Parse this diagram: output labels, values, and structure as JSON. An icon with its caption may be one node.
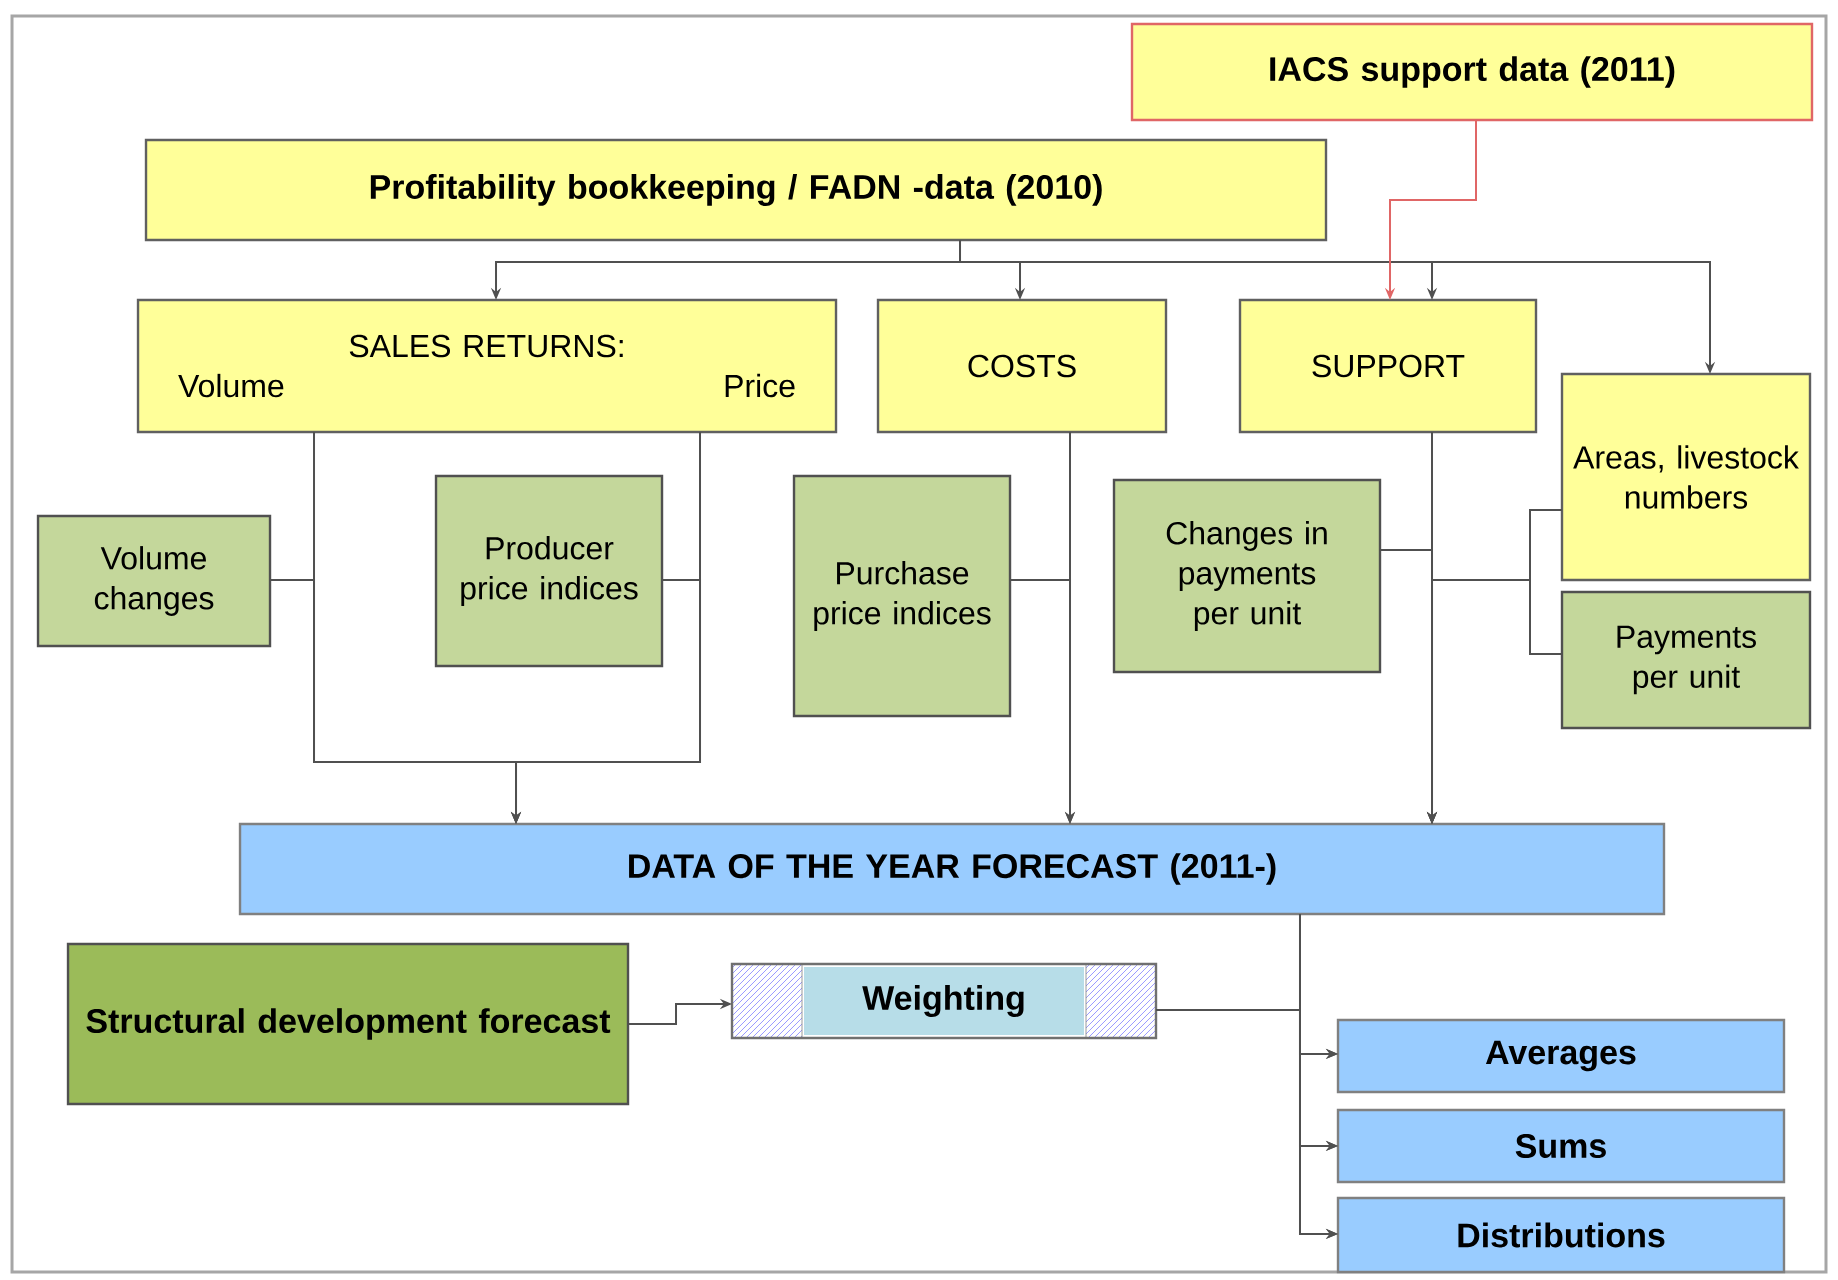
{
  "diagram": {
    "nodes": [
      {
        "text": [
          "IACS support data (2011)"
        ]
      },
      {
        "text": [
          "Profitability bookkeeping / FADN -data (2010)"
        ]
      },
      {
        "text": [
          "SALES RETURNS:",
          "Volume",
          "Price"
        ]
      },
      {
        "text": [
          "COSTS"
        ]
      },
      {
        "text": [
          "SUPPORT"
        ]
      },
      {
        "text": [
          "Areas, livestock numbers"
        ]
      },
      {
        "text": [
          "Volume changes"
        ]
      },
      {
        "text": [
          "Producer price indices"
        ]
      },
      {
        "text": [
          "Purchase price indices"
        ]
      },
      {
        "text": [
          "Changes in payments per unit"
        ]
      },
      {
        "text": [
          "Payments per unit"
        ]
      },
      {
        "text": [
          "DATA OF THE YEAR FORECAST (2011-)"
        ]
      },
      {
        "text": [
          "Structural development forecast"
        ]
      },
      {
        "text": [
          "Weighting"
        ]
      },
      {
        "text": [
          "Averages"
        ]
      },
      {
        "text": [
          "Sums"
        ]
      },
      {
        "text": [
          "Distributions"
        ]
      }
    ],
    "edges": [
      {
        "from": 1,
        "to": 2,
        "arrow": "to"
      },
      {
        "from": 1,
        "to": 3,
        "arrow": "to"
      },
      {
        "from": 1,
        "to": 4,
        "arrow": "to"
      },
      {
        "from": 1,
        "to": 5,
        "arrow": "to"
      },
      {
        "from": 0,
        "to": 4,
        "arrow": "to",
        "color": "#e06666"
      },
      {
        "from": 2,
        "to": 11,
        "arrow": "to"
      },
      {
        "from": 6,
        "to": 11,
        "arrow": "to"
      },
      {
        "from": 7,
        "to": 11,
        "arrow": "to"
      },
      {
        "from": 3,
        "to": 11,
        "arrow": "to"
      },
      {
        "from": 8,
        "to": 11,
        "arrow": "to"
      },
      {
        "from": 4,
        "to": 11,
        "arrow": "to"
      },
      {
        "from": 9,
        "to": 11,
        "arrow": "to"
      },
      {
        "from": 5,
        "to": 11,
        "arrow": "to"
      },
      {
        "from": 10,
        "to": 11,
        "arrow": "to"
      },
      {
        "from": 12,
        "to": 13,
        "arrow": "to"
      },
      {
        "from": 11,
        "to": 14,
        "arrow": "to"
      },
      {
        "from": 11,
        "to": 15,
        "arrow": "to"
      },
      {
        "from": 11,
        "to": 16,
        "arrow": "to"
      },
      {
        "from": 13,
        "to": 14,
        "arrow": "to"
      },
      {
        "from": 13,
        "to": 15,
        "arrow": "to"
      },
      {
        "from": 13,
        "to": 16,
        "arrow": "to"
      }
    ]
  }
}
